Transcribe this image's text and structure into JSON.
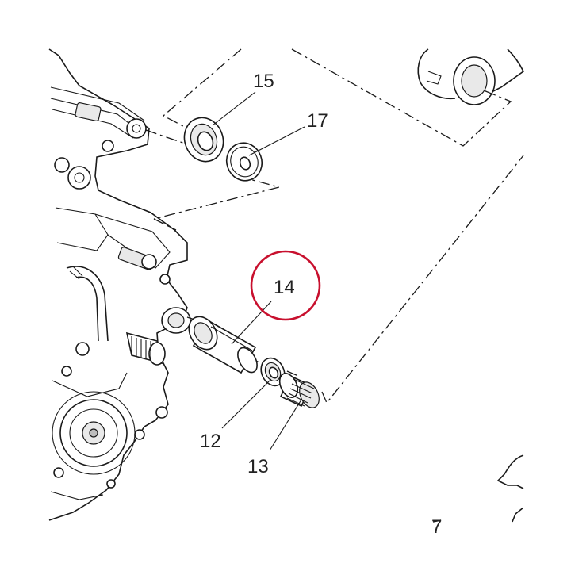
{
  "callouts": {
    "part_15": "15",
    "part_17": "17",
    "part_14": "14",
    "part_12": "12",
    "part_13": "13",
    "part_7": "7"
  },
  "highlight": {
    "part": "14",
    "color": "#c8102e"
  }
}
